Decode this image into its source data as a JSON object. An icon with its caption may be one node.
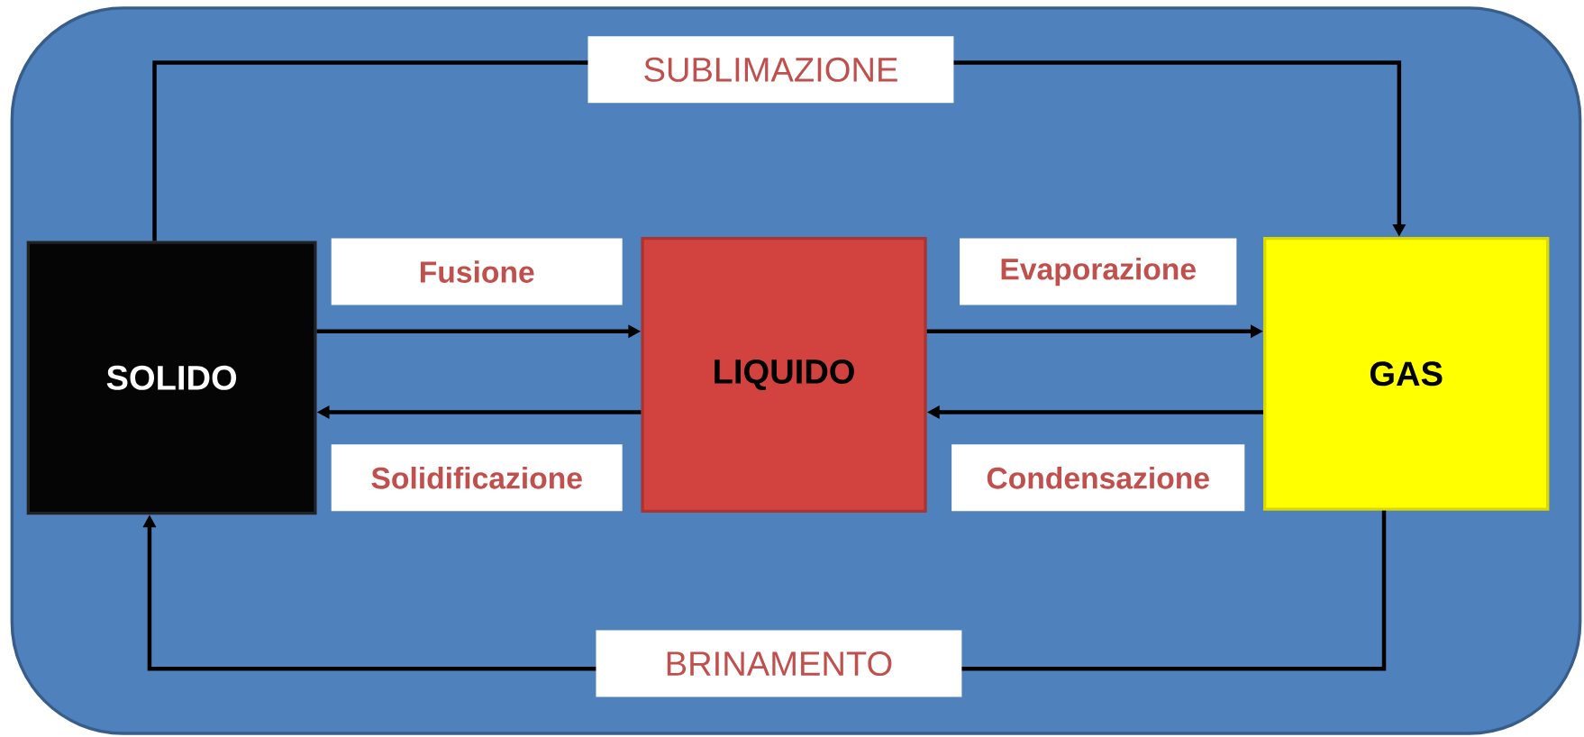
{
  "diagram": {
    "nodes": [
      {
        "text": [],
        "shape": "box"
      },
      {
        "text": [
          "SOLIDO"
        ],
        "in": 0
      },
      {
        "text": [
          "LIQUIDO"
        ],
        "in": 0
      },
      {
        "text": [
          "GAS"
        ],
        "in": 0
      }
    ],
    "edges": [
      {
        "from": 1,
        "to": 2,
        "arrow": "to",
        "label": "Fusione"
      },
      {
        "from": 2,
        "to": 1,
        "arrow": "to",
        "label": "Solidificazione"
      },
      {
        "from": 2,
        "to": 3,
        "arrow": "to",
        "label": "Evaporazione"
      },
      {
        "from": 3,
        "to": 2,
        "arrow": "to",
        "label": "Condensazione"
      },
      {
        "from": 1,
        "to": 3,
        "arrow": "to",
        "label": "SUBLIMAZIONE"
      },
      {
        "from": 3,
        "to": 1,
        "arrow": "to",
        "label": "BRINAMENTO"
      }
    ]
  }
}
